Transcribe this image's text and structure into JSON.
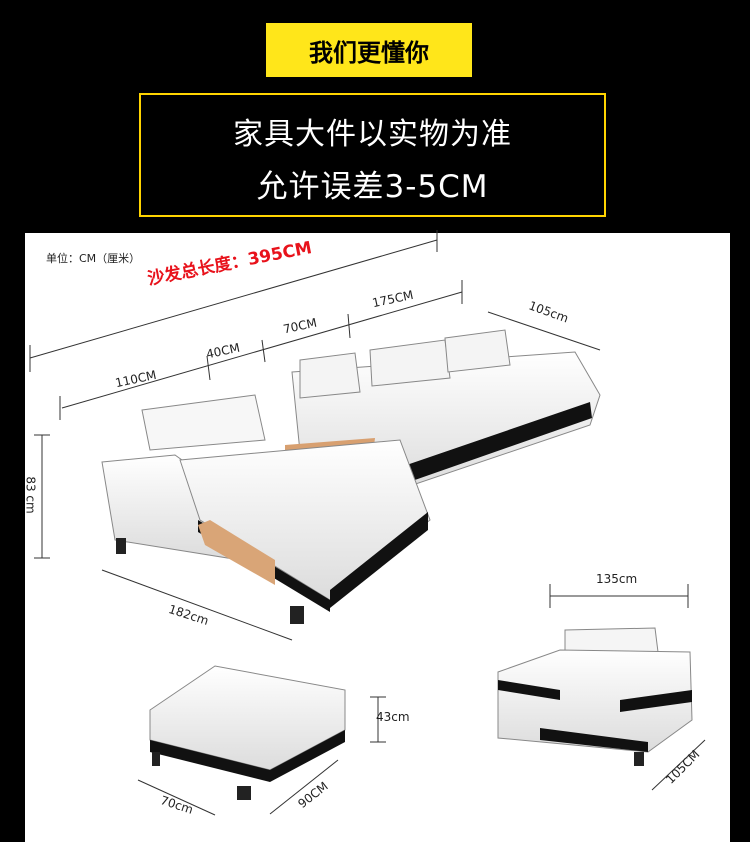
{
  "header": {
    "badge": "我们更懂你"
  },
  "notice": {
    "line1": "家具大件以实物为准",
    "line2": "允许误差3-5CM"
  },
  "diagram": {
    "unit_label": "单位：CM（厘米）",
    "total_length": "沙发总长度：395CM",
    "dims": {
      "d175": "175CM",
      "d105top": "105cm",
      "d70": "70CM",
      "d40": "40CM",
      "d110": "110CM",
      "d83": "83 cm",
      "d182": "182cm",
      "d135": "135cm",
      "d43": "43cm",
      "d70b": "70cm",
      "d90": "90CM",
      "d105chair": "105CM"
    }
  },
  "colors": {
    "badge_bg": "#ffe61a",
    "frame": "#ffd400",
    "total_text": "#e8121b"
  }
}
